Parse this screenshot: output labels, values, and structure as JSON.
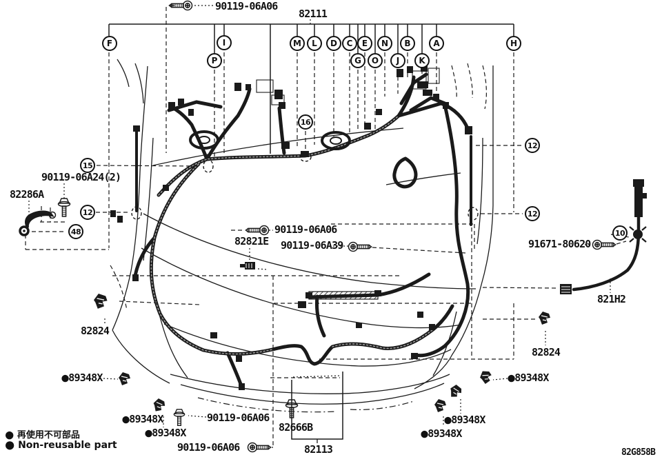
{
  "colors": {
    "ink": "#1a1a1a",
    "background": "#ffffff"
  },
  "assembly": {
    "number": "82111",
    "figure_code": "82G858B"
  },
  "callouts": {
    "letters": [
      "F",
      "I",
      "P",
      "M",
      "L",
      "D",
      "C",
      "E",
      "N",
      "B",
      "A",
      "H",
      "G",
      "O",
      "J",
      "K"
    ],
    "numbers": [
      "15",
      "12",
      "48",
      "16",
      "12",
      "12",
      "10"
    ]
  },
  "labels": {
    "bolt_top": "90119-06A06",
    "bolt_24": "90119-06A24(2)",
    "bracket": "82286A",
    "bolt_mid": "90119-06A06",
    "clamp": "82821E",
    "bolt_39": "90119-06A39",
    "bolt_91671": "91671-80620",
    "cord": "821H2",
    "clip_82824": "82824",
    "clip_89348x": "89348X",
    "bolt_bottom_mid": "90119-06A06",
    "bolt_bottom_low": "90119-06A06",
    "screw": "82666B",
    "protector": "82113"
  },
  "legend": {
    "marker": "●",
    "jp": "再使用不可部品",
    "en": "Non-reusable part"
  }
}
